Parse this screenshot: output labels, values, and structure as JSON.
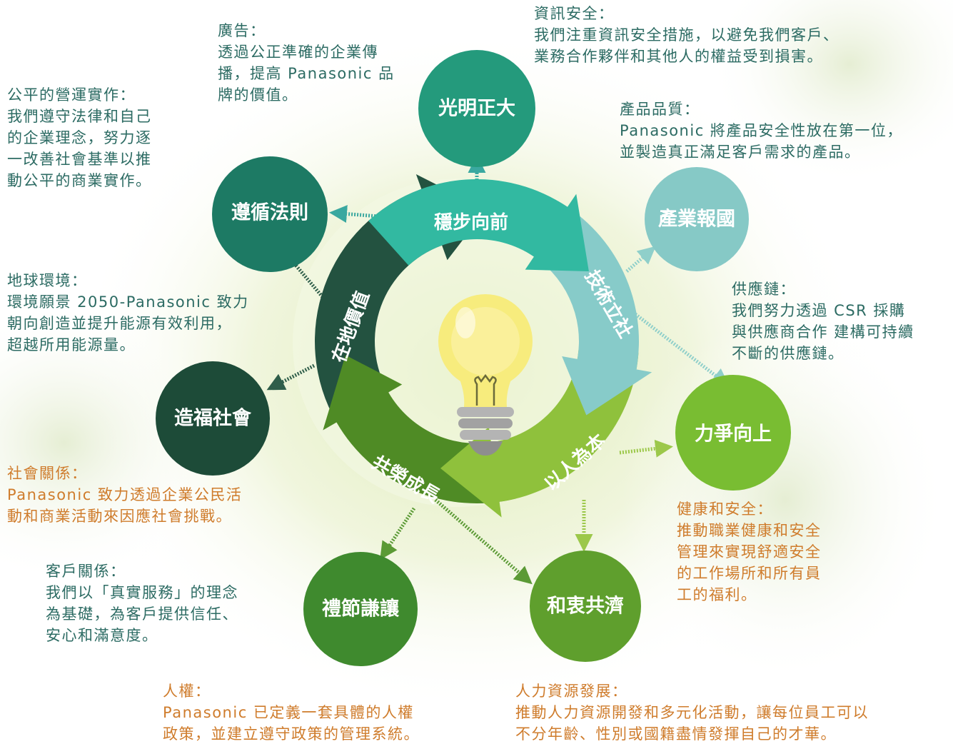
{
  "colors": {
    "teal_text": "#2c6b63",
    "orange_text": "#cf7c2c",
    "c_guangming": "#249a7c",
    "c_zunxun": "#1d7a64",
    "c_chanye": "#86c9c6",
    "c_zaofu": "#1d4b38",
    "c_lizheng": "#79bd32",
    "c_lijie": "#3f8a2e",
    "c_hebiao": "#5f9f2d",
    "a_wenbu": "#32b9a1",
    "a_jishu": "#87cbc9",
    "a_yiren": "#8fc13c",
    "a_gongrong": "#4f8b25",
    "a_zaidi": "#235240"
  },
  "circles": {
    "guangming": "光明正大",
    "zunxun": "遵循法則",
    "chanye": "產業報國",
    "zaofu": "造福社會",
    "lizheng": "力爭向上",
    "lijie": "禮節謙讓",
    "hebiao": "和衷共濟"
  },
  "arrows": {
    "wenbu": "穩步向前",
    "jishu": "技術立社",
    "yiren": "以人為本",
    "gongrong": "共榮成長",
    "zaidi": "在地價值"
  },
  "icons": {
    "center": "lightbulb-icon"
  },
  "blocks": {
    "guanggao": {
      "title": "廣告：",
      "lines": [
        "透過公正準確的企業傳",
        "播，提高 Panasonic 品",
        "牌的價值。"
      ]
    },
    "zixun": {
      "title": "資訊安全：",
      "lines": [
        "我們注重資訊安全措施，以避免我們客戶、",
        "業務合作夥伴和其他人的權益受到損害。"
      ]
    },
    "gongping": {
      "title": "公平的營運實作：",
      "lines": [
        "我們遵守法律和自己",
        "的企業理念，努力逐",
        "一改善社會基準以推",
        "動公平的商業實作。"
      ]
    },
    "chanpin": {
      "title": "產品品質：",
      "lines": [
        "Panasonic 將產品安全性放在第一位，",
        "並製造真正滿足客戶需求的產品。"
      ]
    },
    "diqiu": {
      "title": "地球環境：",
      "lines": [
        "環境願景 2050-Panasonic 致力",
        "朝向創造並提升能源有效利用，",
        "超越所用能源量。"
      ]
    },
    "gongying": {
      "title": "供應鏈：",
      "lines": [
        "我們努力透過 CSR 採購",
        "與供應商合作 建構可持續",
        "不斷的供應鏈。"
      ]
    },
    "shehui": {
      "title": "社會關係：",
      "lines": [
        "Panasonic 致力透過企業公民活",
        "動和商業活動來因應社會挑戰。"
      ]
    },
    "jiankang": {
      "title": "健康和安全：",
      "lines": [
        "推動職業健康和安全",
        "管理來實現舒適安全",
        "的工作場所和所有員",
        "工的福利。"
      ]
    },
    "kehu": {
      "title": "客戶關係：",
      "lines": [
        "我們以「真實服務」的理念",
        "為基礎，為客戶提供信任、",
        "安心和滿意度。"
      ]
    },
    "renquan": {
      "title": "人權：",
      "lines": [
        "Panasonic 已定義一套具體的人權",
        "政策，並建立遵守政策的管理系統。"
      ]
    },
    "renli": {
      "title": "人力資源發展：",
      "lines": [
        "推動人力資源開發和多元化活動，讓每位員工可以",
        "不分年齡、性別或國籍盡情發揮自己的才華。"
      ]
    }
  }
}
